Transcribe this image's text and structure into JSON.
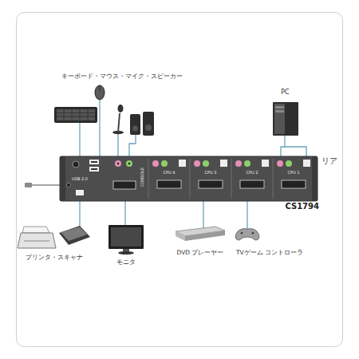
{
  "diagram": {
    "nodes": [
      {
        "text": [
          "キーボード・マウス・マイク・スピーカー"
        ]
      },
      {
        "text": [
          "PC"
        ]
      },
      {
        "text": [
          "リア",
          "CS1794"
        ]
      },
      {
        "text": [
          "プリンタ・スキャナ"
        ]
      },
      {
        "text": [
          "モニタ"
        ]
      },
      {
        "text": [
          "DVD プレーヤー"
        ]
      },
      {
        "text": [
          "TVゲーム コントローラ"
        ]
      }
    ],
    "edges": [
      {
        "from": 0,
        "to": 2,
        "arrow": "none"
      },
      {
        "from": 1,
        "to": 2,
        "arrow": "none"
      },
      {
        "from": 3,
        "to": 2,
        "arrow": "none"
      },
      {
        "from": 4,
        "to": 2,
        "arrow": "none"
      },
      {
        "from": 5,
        "to": 2,
        "arrow": "none"
      },
      {
        "from": 6,
        "to": 2,
        "arrow": "none"
      }
    ],
    "labels": [
      "USB 2.0",
      "CONSOLE",
      "CPU 4",
      "CPU 3",
      "CPU 2",
      "CPU 1"
    ]
  }
}
